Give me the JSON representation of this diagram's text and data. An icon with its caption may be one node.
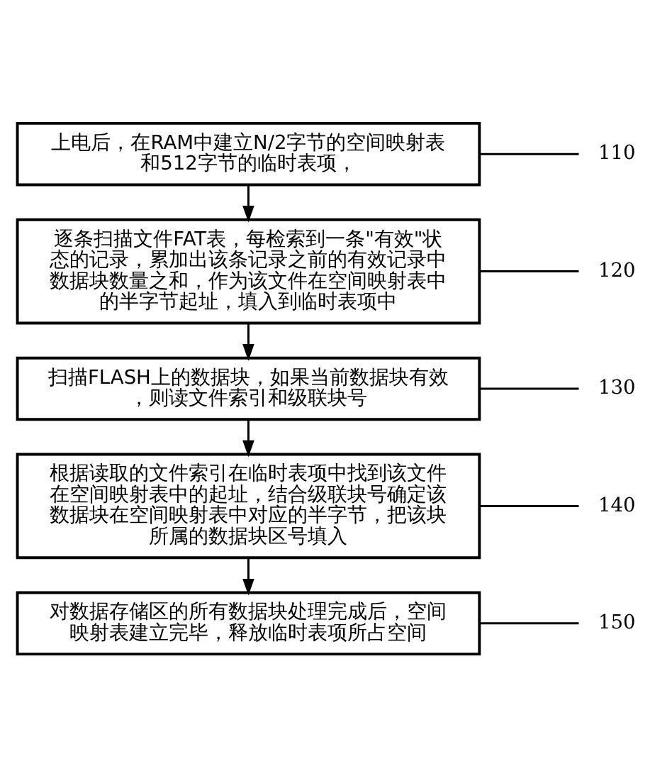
{
  "diagram": {
    "nodes": [
      {
        "text": [
          "上电后，在RAM中建立N/2字节的空间映射表和512字节的临时表项，"
        ]
      },
      {
        "text": [
          "110"
        ]
      },
      {
        "text": [
          "逐条扫描文件FAT表，每检索到一条\"有效\"状态的记录，累加出该条记录之前的有效记录中数据块数量之和，作为该文件在空间映射表中的半字节起址，填入到临时表项中"
        ]
      },
      {
        "text": [
          "120"
        ]
      },
      {
        "text": [
          "扫描FLASH上的数据块，如果当前数据块有效，则读文件索引和级联块号"
        ]
      },
      {
        "text": [
          "130"
        ]
      },
      {
        "text": [
          "根据读取的文件索引在临时表项中找到该文件在空间映射表中的起址，结合级联块号确定该数据块在空间映射表中对应的半字节，把该块所属的数据块区号填入"
        ]
      },
      {
        "text": [
          "140"
        ]
      },
      {
        "text": [
          "对数据存储区的所有数据块处理完成后，空间映射表建立完毕，释放临时表项所占空间"
        ]
      },
      {
        "text": [
          "150"
        ]
      }
    ],
    "edges": [
      {
        "from": 0,
        "to": 1,
        "arrow": "none"
      },
      {
        "from": 0,
        "to": 2,
        "arrow": "to"
      },
      {
        "from": 2,
        "to": 3,
        "arrow": "none"
      },
      {
        "from": 2,
        "to": 4,
        "arrow": "to"
      },
      {
        "from": 4,
        "to": 5,
        "arrow": "none"
      },
      {
        "from": 4,
        "to": 6,
        "arrow": "to"
      },
      {
        "from": 6,
        "to": 7,
        "arrow": "none"
      },
      {
        "from": 6,
        "to": 8,
        "arrow": "to"
      },
      {
        "from": 8,
        "to": 9,
        "arrow": "none"
      }
    ]
  }
}
